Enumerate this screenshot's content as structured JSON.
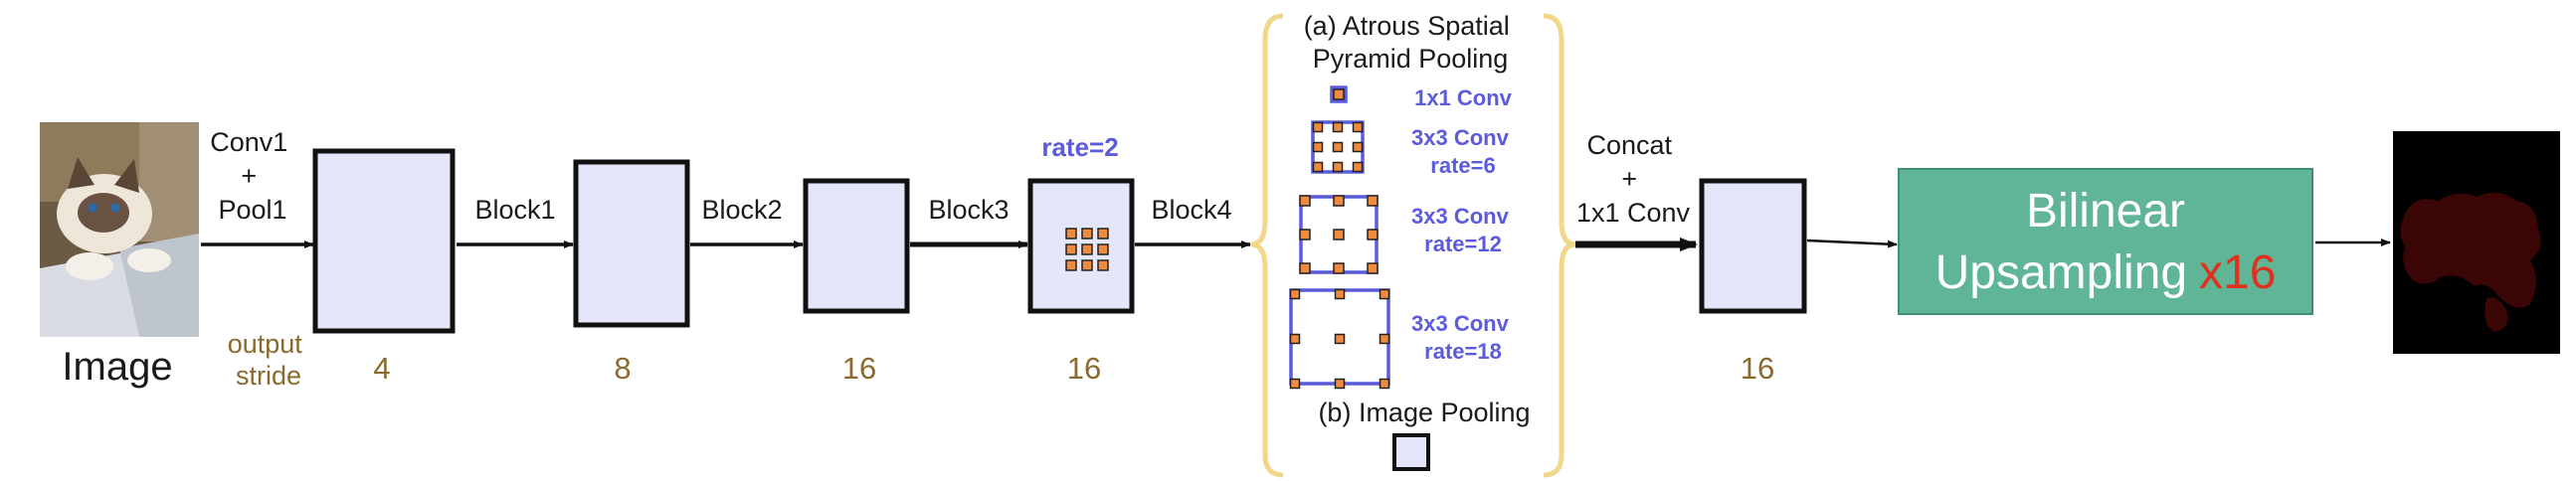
{
  "input": {
    "label": "Image"
  },
  "output_stride": {
    "label": "output\nstride",
    "values": [
      "4",
      "8",
      "16",
      "16",
      "16"
    ]
  },
  "stage_labels": {
    "conv1_pool1": "Conv1\n+\nPool1",
    "block1": "Block1",
    "block2": "Block2",
    "block3": "Block3",
    "block4": "Block4",
    "rate": "rate=2"
  },
  "aspp": {
    "title": "(a) Atrous Spatial\nPyramid Pooling",
    "convs": [
      "1x1 Conv",
      "3x3 Conv\nrate=6",
      "3x3 Conv\nrate=12",
      "3x3 Conv\nrate=18"
    ],
    "image_pooling": "(b) Image Pooling"
  },
  "concat": {
    "label": "Concat\n+\n1x1 Conv"
  },
  "upsample": {
    "label_line1": "Bilinear",
    "label_line2": "Upsampling",
    "factor": "x16"
  },
  "colors": {
    "block_fill": "#e6e6fa",
    "stride_text": "#8a6a2e",
    "aspp_blue": "#5b5bdc",
    "kernel_cell": "#f08a3c",
    "brace": "#f2d78a",
    "upsample_box": "#5fb595",
    "factor_red": "#e0301e",
    "mask_bg": "#000000",
    "mask_blob": "#3a0606"
  }
}
